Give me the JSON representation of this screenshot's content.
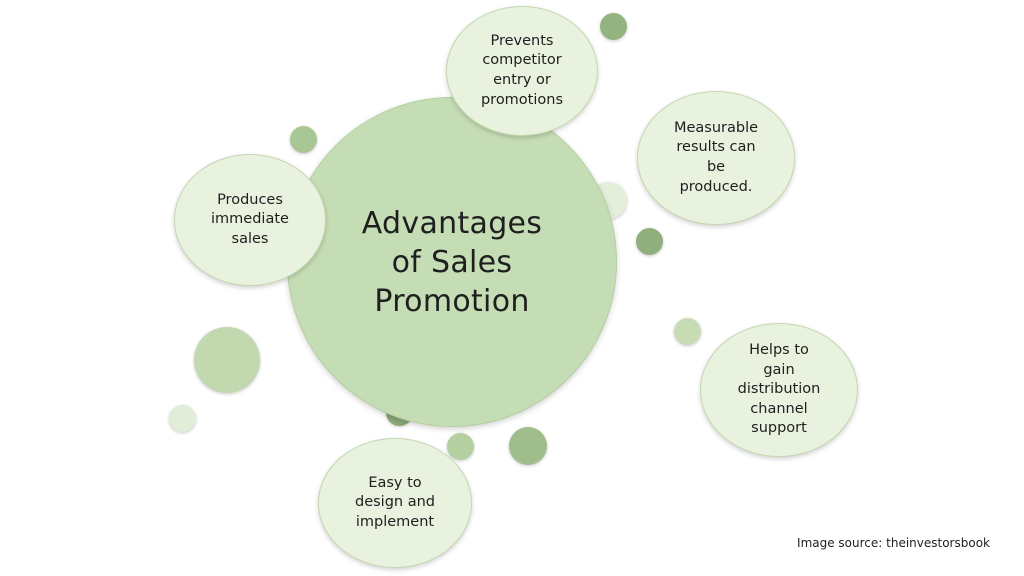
{
  "diagram": {
    "center": {
      "lines": [
        "Advantages",
        "of Sales",
        "Promotion"
      ]
    },
    "benefits": [
      {
        "id": "prevents-competitor",
        "lines": [
          "Prevents",
          "competitor",
          "entry or",
          "promotions"
        ]
      },
      {
        "id": "measurable-results",
        "lines": [
          "Measurable",
          "results can",
          "be",
          "produced."
        ]
      },
      {
        "id": "immediate-sales",
        "lines": [
          "Produces",
          "immediate",
          "sales"
        ]
      },
      {
        "id": "distribution-support",
        "lines": [
          "Helps to",
          "gain",
          "distribution",
          "channel",
          "support"
        ]
      },
      {
        "id": "easy-design",
        "lines": [
          "Easy to",
          "design and",
          "implement"
        ]
      }
    ]
  },
  "colors": {
    "center_fill": "#c5ddb4",
    "benefit_fill": "#e9f2df",
    "dot_dark": "#8fb07d",
    "dot_mid": "#b1cc9d",
    "dot_light": "#dfecd4"
  },
  "source": "Image source: theinvestorsbook"
}
